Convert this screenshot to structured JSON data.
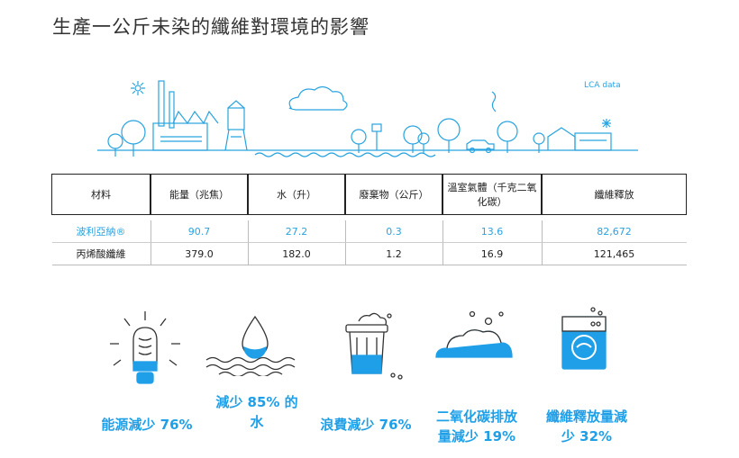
{
  "title": "生產一公斤未染的纖維對環境的影響",
  "scene_label": "LCA data",
  "table": {
    "headers": [
      "材料",
      "能量（兆焦）",
      "水（升）",
      "廢棄物（公斤）",
      "溫室氣體（千克二氧化碳）",
      "纖維釋放"
    ],
    "rows": [
      [
        "波利亞納®",
        "90.7",
        "27.2",
        "0.3",
        "13.6",
        "82,672"
      ],
      [
        "丙烯酸纖維",
        "379.0",
        "182.0",
        "1.2",
        "16.9",
        "121,465"
      ]
    ]
  },
  "chart_data": {
    "type": "table",
    "title": "生產一公斤未染的纖維對環境的影響",
    "columns": [
      "能量（兆焦）",
      "水（升）",
      "廢棄物（公斤）",
      "溫室氣體（千克二氧化碳）",
      "纖維釋放"
    ],
    "series": [
      {
        "name": "波利亞納®",
        "values": [
          90.7,
          27.2,
          0.3,
          13.6,
          82672
        ]
      },
      {
        "name": "丙烯酸纖維",
        "values": [
          379.0,
          182.0,
          1.2,
          16.9,
          121465
        ]
      }
    ],
    "reductions": [
      {
        "label": "能源減少 76%",
        "percent": 76
      },
      {
        "label": "減少 85% 的水",
        "percent": 85
      },
      {
        "label": "浪費減少 76%",
        "percent": 76
      },
      {
        "label": "二氧化碳排放量減少 19%",
        "percent": 19
      },
      {
        "label": "纖維釋放量減少 32%",
        "percent": 32
      }
    ]
  },
  "stats": {
    "energy": "能源減少 76%",
    "water_line1": "減少 85% 的",
    "water_line2": "水",
    "waste": "浪費減少 76%",
    "co2_line1": "二氧化碳排放",
    "co2_line2": "量減少 19%",
    "fiber_line1": "纖維釋放量減",
    "fiber_line2": "少 32%"
  },
  "colors": {
    "accent": "#1e9fe8",
    "line": "#29a3e0",
    "text": "#333333"
  }
}
